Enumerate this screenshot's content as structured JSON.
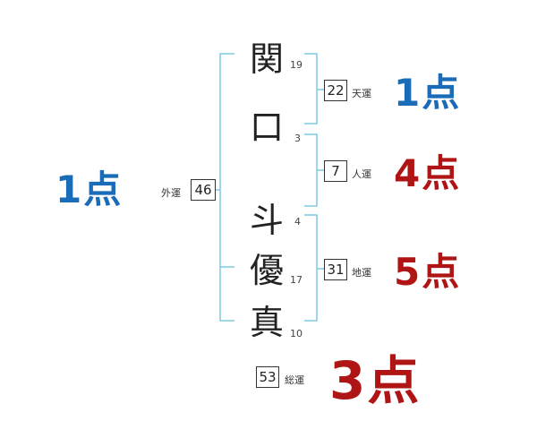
{
  "characters": [
    {
      "char": "関",
      "strokes": "19"
    },
    {
      "char": "口",
      "strokes": "3"
    },
    {
      "char": "斗",
      "strokes": "4"
    },
    {
      "char": "優",
      "strokes": "17"
    },
    {
      "char": "真",
      "strokes": "10"
    }
  ],
  "fortunes": {
    "ten": {
      "value": "22",
      "label": "天運",
      "score": "1点"
    },
    "jin": {
      "value": "7",
      "label": "人運",
      "score": "4点"
    },
    "chi": {
      "value": "31",
      "label": "地運",
      "score": "5点"
    },
    "gai": {
      "value": "46",
      "label": "外運",
      "score": "1点"
    },
    "sou": {
      "value": "53",
      "label": "総運",
      "score": "3点"
    }
  },
  "colors": {
    "bracket": "#7ec8e3",
    "good": "#1a6bb8",
    "bad": "#b01515"
  }
}
